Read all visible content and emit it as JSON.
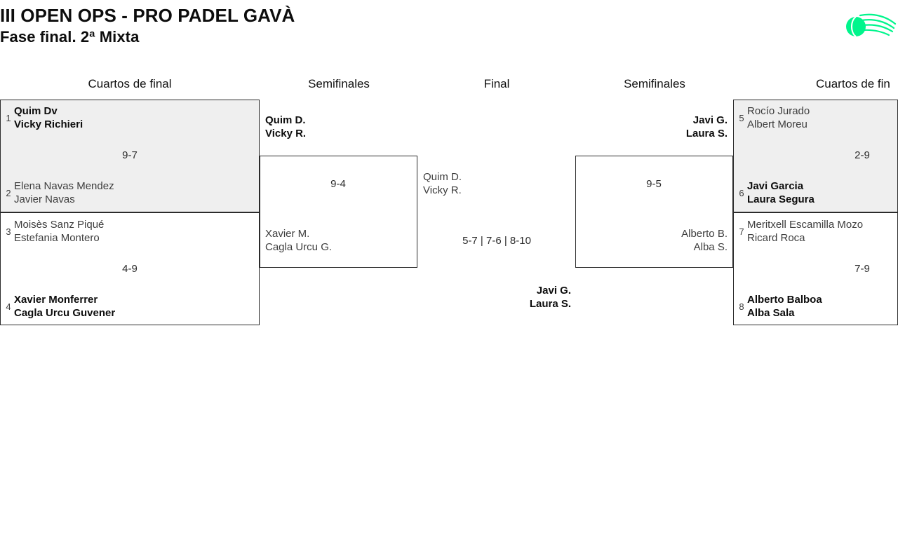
{
  "header": {
    "title_line1": "III OPEN OPS - PRO PADEL GAVÀ",
    "title_line2": "Fase final. 2ª Mixta",
    "logo_name": "padel-ball-logo",
    "logo_color": "#00F58C"
  },
  "rounds": [
    {
      "id": "qf-left",
      "label": "Cuartos de final"
    },
    {
      "id": "sf-left",
      "label": "Semifinales"
    },
    {
      "id": "final",
      "label": "Final"
    },
    {
      "id": "sf-right",
      "label": "Semifinales"
    },
    {
      "id": "qf-right",
      "label": "Cuartos de fin"
    }
  ],
  "bracket": {
    "quarterfinals_left": [
      {
        "match_id": "qf-l1",
        "shaded": true,
        "score": "9-7",
        "teams": [
          {
            "seed": "1",
            "player1": "Quim Dv",
            "player2": "Vicky Richieri",
            "winner": true
          },
          {
            "seed": "2",
            "player1": "Elena Navas Mendez",
            "player2": "Javier Navas",
            "winner": false
          }
        ]
      },
      {
        "match_id": "qf-l2",
        "shaded": false,
        "score": "4-9",
        "teams": [
          {
            "seed": "3",
            "player1": "Moisès Sanz Piqué",
            "player2": "Estefania Montero",
            "winner": false
          },
          {
            "seed": "4",
            "player1": "Xavier Monferrer",
            "player2": "Cagla Urcu Guvener",
            "winner": true
          }
        ]
      }
    ],
    "semifinal_left": {
      "match_id": "sf-l",
      "score": "9-4",
      "teams": [
        {
          "player1": "Quim D.",
          "player2": "Vicky R.",
          "winner": true
        },
        {
          "player1": "Xavier M.",
          "player2": "Cagla Urcu G.",
          "winner": false
        }
      ]
    },
    "final": {
      "match_id": "final",
      "score": "5-7 | 7-6 | 8-10",
      "teams": [
        {
          "player1": "Quim D.",
          "player2": "Vicky R.",
          "winner": false
        },
        {
          "player1": "Javi G.",
          "player2": "Laura S.",
          "winner": true
        }
      ]
    },
    "semifinal_right": {
      "match_id": "sf-r",
      "score": "9-5",
      "teams": [
        {
          "player1": "Javi G.",
          "player2": "Laura S.",
          "winner": true
        },
        {
          "player1": "Alberto B.",
          "player2": "Alba S.",
          "winner": false
        }
      ]
    },
    "quarterfinals_right": [
      {
        "match_id": "qf-r1",
        "shaded": true,
        "score": "2-9",
        "teams": [
          {
            "seed": "5",
            "player1": "Rocío Jurado",
            "player2": "Albert Moreu",
            "winner": false
          },
          {
            "seed": "6",
            "player1": "Javi Garcia",
            "player2": "Laura Segura",
            "winner": true
          }
        ]
      },
      {
        "match_id": "qf-r2",
        "shaded": false,
        "score": "7-9",
        "teams": [
          {
            "seed": "7",
            "player1": "Meritxell Escamilla Mozo",
            "player2": "Ricard Roca",
            "winner": false
          },
          {
            "seed": "8",
            "player1": "Alberto Balboa",
            "player2": "Alba Sala",
            "winner": true
          }
        ]
      }
    ]
  }
}
